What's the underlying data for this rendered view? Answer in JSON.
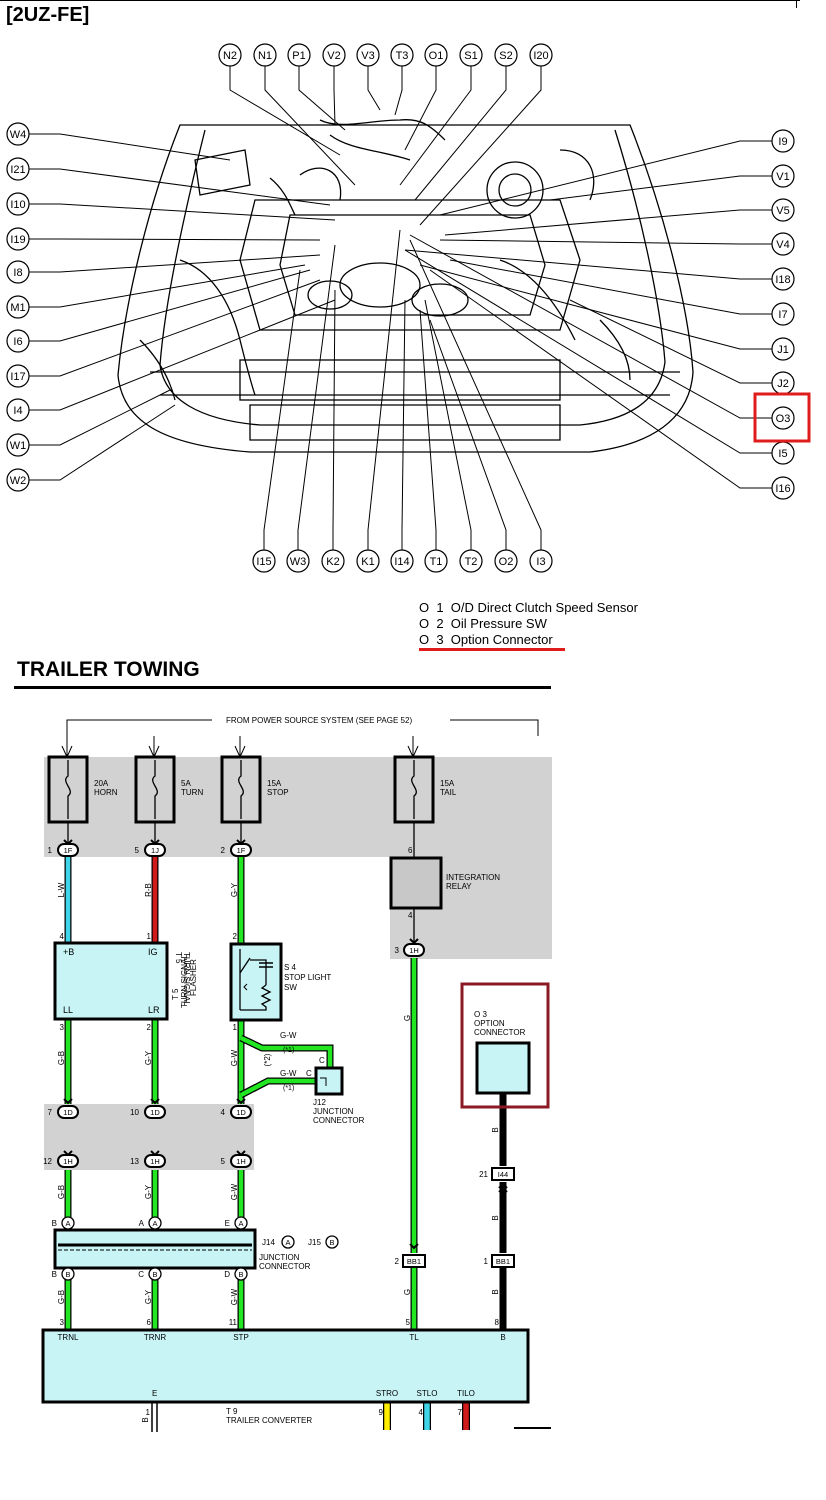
{
  "header": {
    "engine_label": "[2UZ-FE]"
  },
  "engine_callouts": {
    "top": [
      "N2",
      "N1",
      "P1",
      "V2",
      "V3",
      "T3",
      "O1",
      "S1",
      "S2",
      "I20"
    ],
    "left": [
      "W4",
      "I21",
      "I10",
      "I19",
      "I8",
      "M1",
      "I6",
      "I17",
      "I4",
      "W1",
      "W2"
    ],
    "right": [
      "I9",
      "V1",
      "V5",
      "V4",
      "I18",
      "I7",
      "J1",
      "J2",
      "O3",
      "I5",
      "I16"
    ],
    "bottom": [
      "I15",
      "W3",
      "K2",
      "K1",
      "I14",
      "T1",
      "T2",
      "O2",
      "I3"
    ],
    "highlighted": "O3"
  },
  "legend": {
    "items": [
      "O  1  O/D Direct Clutch Speed Sensor",
      "O  2  Oil Pressure SW",
      "O  3  Option Connector"
    ]
  },
  "trailer": {
    "title": "TRAILER TOWING",
    "power_source": "FROM POWER SOURCE SYSTEM (SEE PAGE 52)",
    "fuses": [
      {
        "amp": "20A",
        "name": "HORN"
      },
      {
        "amp": "5A",
        "name": "TURN"
      },
      {
        "amp": "15A",
        "name": "STOP"
      },
      {
        "amp": "15A",
        "name": "TAIL"
      }
    ],
    "fuse_pins": [
      {
        "pin": "1",
        "conn": "1F"
      },
      {
        "pin": "5",
        "conn": "1J"
      },
      {
        "pin": "2",
        "conn": "1F"
      }
    ],
    "relay": {
      "label1": "INTEGRATION",
      "label2": "RELAY",
      "pin_in": "6",
      "pin_out": "4",
      "out_pin": "3",
      "out_conn": "1H"
    },
    "wires": {
      "lw": "L-W",
      "rb": "R-B",
      "gy": "G-Y",
      "g": "G",
      "gb": "G-B",
      "gw": "G-W",
      "b": "B"
    },
    "pins_top": [
      "4",
      "1",
      "2"
    ],
    "flasher": {
      "plus_b": "+B",
      "ig": "IG",
      "ll": "LL",
      "lr": "LR",
      "id": "T 5",
      "name1": "TURN SIGNAL",
      "name2": "FLASHER",
      "pin_ll": "3",
      "pin_lr": "2"
    },
    "stop_sw": {
      "id": "S 4",
      "name1": "STOP LIGHT",
      "name2": "SW",
      "pin_out": "1"
    },
    "junction_j12": {
      "id": "J12",
      "name1": "JUNCTION",
      "name2": "CONNECTOR",
      "c": "C",
      "note1": "(*1)",
      "note2": "(*2)"
    },
    "option_connector": {
      "id": "O 3",
      "name1": "OPTION",
      "name2": "CONNECTOR"
    },
    "conn_1d": [
      {
        "pin": "7",
        "conn": "1D"
      },
      {
        "pin": "10",
        "conn": "1D"
      },
      {
        "pin": "4",
        "conn": "1D"
      }
    ],
    "conn_1h": [
      {
        "pin": "12",
        "conn": "1H"
      },
      {
        "pin": "13",
        "conn": "1H"
      },
      {
        "pin": "5",
        "conn": "1H"
      }
    ],
    "i44": {
      "pin": "21",
      "conn": "I44"
    },
    "bb1": [
      {
        "pin": "2",
        "conn": "BB1"
      },
      {
        "pin": "1",
        "conn": "BB1"
      }
    ],
    "junction_j14": {
      "label": "J14",
      "a": "A",
      "label2": "J15",
      "b": "B",
      "name1": "JUNCTION",
      "name2": "CONNECTOR"
    },
    "jc_pins_top": [
      {
        "pin": "B",
        "conn": "A"
      },
      {
        "pin": "A",
        "conn": "A"
      },
      {
        "pin": "E",
        "conn": "A"
      }
    ],
    "jc_pins_bot": [
      {
        "pin": "B",
        "conn": "B"
      },
      {
        "pin": "C",
        "conn": "B"
      },
      {
        "pin": "D",
        "conn": "B"
      }
    ],
    "converter": {
      "id": "T 9",
      "name": "TRAILER CONVERTER",
      "pins_top": [
        "3",
        "6",
        "11",
        "5",
        "8"
      ],
      "terms_top": [
        "TRNL",
        "TRNR",
        "STP",
        "TL",
        "B"
      ],
      "e": "E",
      "pin_e": "1",
      "wire_e": "B",
      "outs": [
        {
          "t": "STRO",
          "pin": "9"
        },
        {
          "t": "STLO",
          "pin": "4"
        },
        {
          "t": "TILO",
          "pin": "7"
        }
      ]
    }
  },
  "colors": {
    "highlight_red": "#e01b1b",
    "box_maroon": "#8b1a24",
    "gray_panel": "#d2d2d2",
    "cyan_fill": "#c8f4f6",
    "wire_green": "#22e622",
    "wire_cyan": "#3fd4e8",
    "wire_red": "#d11b1b",
    "wire_yellow": "#ffee00",
    "wire_black": "#000000"
  }
}
